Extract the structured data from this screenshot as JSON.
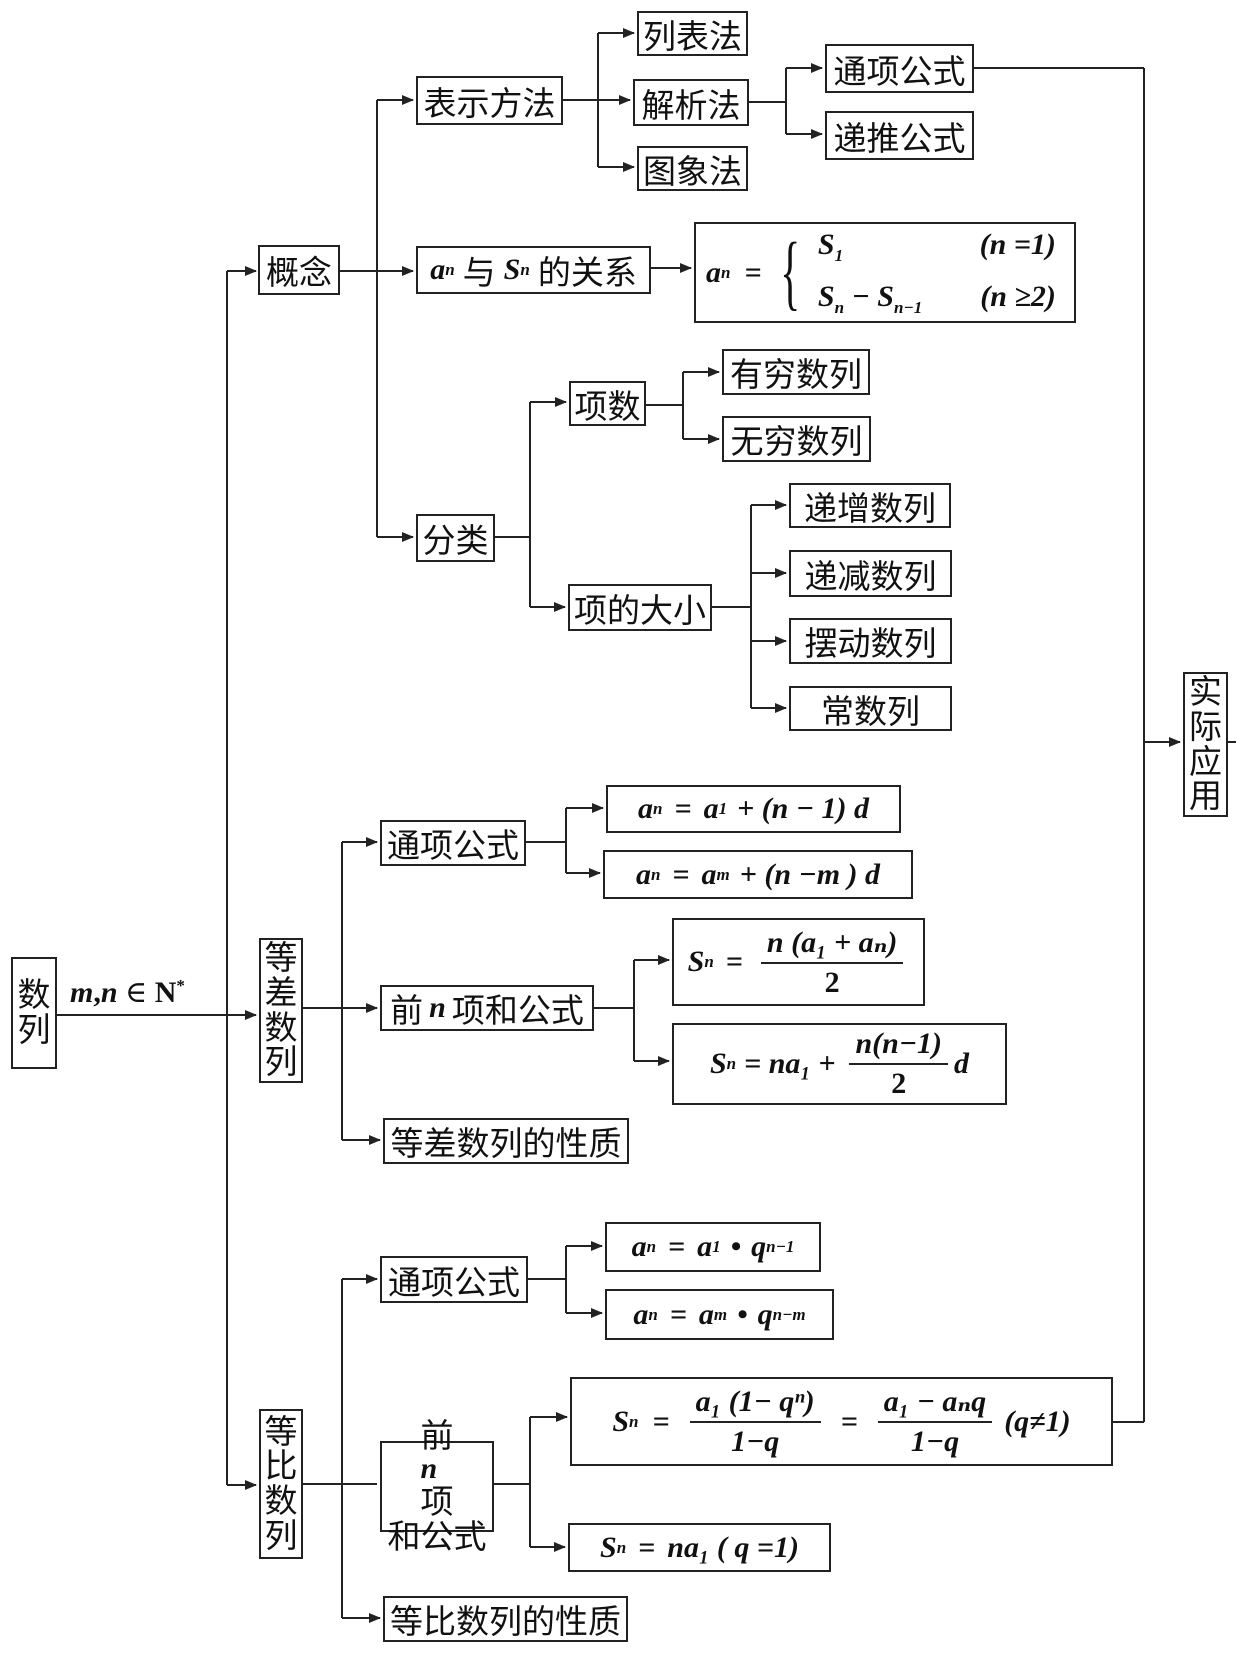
{
  "root": {
    "chars": [
      "数",
      "列"
    ]
  },
  "root_edge": {
    "prefix": "m",
    "sep": ",",
    "var": "n",
    "rel": "∈",
    "set": "N",
    "sup": "*"
  },
  "concept": {
    "label": "概念",
    "representation": {
      "label": "表示方法",
      "methods": [
        "列表法",
        "解析法",
        "图象法"
      ],
      "formulas": [
        "通项公式",
        "递推公式"
      ]
    },
    "relation": {
      "a": "a",
      "a_sub": "n",
      "yu": "与",
      "s": "S",
      "s_sub": "n",
      "tail": "的关系",
      "formula": {
        "lhs": "a",
        "lhs_sub": "n",
        "eq": "=",
        "case1": {
          "expr": "S",
          "sub": "1",
          "cond": "(n =1)"
        },
        "case2": {
          "expr": "S",
          "sub": "n",
          "minus": "−",
          "expr2": "S",
          "sub2": "n−1",
          "cond": "(n ≥2)"
        }
      }
    },
    "classification": {
      "label": "分类",
      "terms": {
        "label": "项数",
        "items": [
          "有穷数列",
          "无穷数列"
        ]
      },
      "size": {
        "label": "项的大小",
        "items": [
          "递增数列",
          "递减数列",
          "摆动数列",
          "常数列"
        ]
      }
    }
  },
  "arithmetic": {
    "chars": [
      "等",
      "差",
      "数",
      "列"
    ],
    "general": {
      "label": "通项公式",
      "f1": {
        "lhs": "a",
        "lhs_sub": "n",
        "eq": "=",
        "a": "a",
        "a_sub": "1",
        "rest": "+ (n − 1) d"
      },
      "f2": {
        "lhs": "a",
        "lhs_sub": "n",
        "eq": "=",
        "a": "a",
        "a_sub": "m",
        "rest": "+ (n −m ) d"
      }
    },
    "sum": {
      "pre": "前",
      "n": "n",
      "post": "项和公式",
      "f1": {
        "lhs": "S",
        "lhs_sub": "n",
        "eq": "=",
        "num": "n (a₁ + aₙ)",
        "den": "2"
      },
      "f2": {
        "lhs": "S",
        "lhs_sub": "n",
        "eq": "= na₁ +",
        "num": "n(n−1)",
        "den": "2",
        "tail": "d"
      }
    },
    "properties": "等差数列的性质"
  },
  "geometric": {
    "chars": [
      "等",
      "比",
      "数",
      "列"
    ],
    "general": {
      "label": "通项公式",
      "f1": {
        "lhs": "a",
        "lhs_sub": "n",
        "eq": "=",
        "a": "a",
        "a_sub": "1",
        "dot": "•",
        "q": "q",
        "q_sup": "n−1"
      },
      "f2": {
        "lhs": "a",
        "lhs_sub": "n",
        "eq": "=",
        "a": "a",
        "a_sub": "m",
        "dot": "•",
        "q": "q",
        "q_sup": "n−m"
      }
    },
    "sum": {
      "line1_pre": "前",
      "line1_n": "n",
      "line1_post": "项",
      "line2": "和公式",
      "f1": {
        "lhs": "S",
        "lhs_sub": "n",
        "eq": "=",
        "num1": "a₁ (1− qⁿ)",
        "den1": "1−q",
        "eq2": "=",
        "num2": "a₁ − aₙq",
        "den2": "1−q",
        "cond": "(q≠1)"
      },
      "f2": {
        "lhs": "S",
        "lhs_sub": "n",
        "eq": "=",
        "rest": "na₁ ( q =1)"
      }
    },
    "properties": "等比数列的性质"
  },
  "application": {
    "chars": [
      "实",
      "际",
      "应",
      "用"
    ]
  }
}
